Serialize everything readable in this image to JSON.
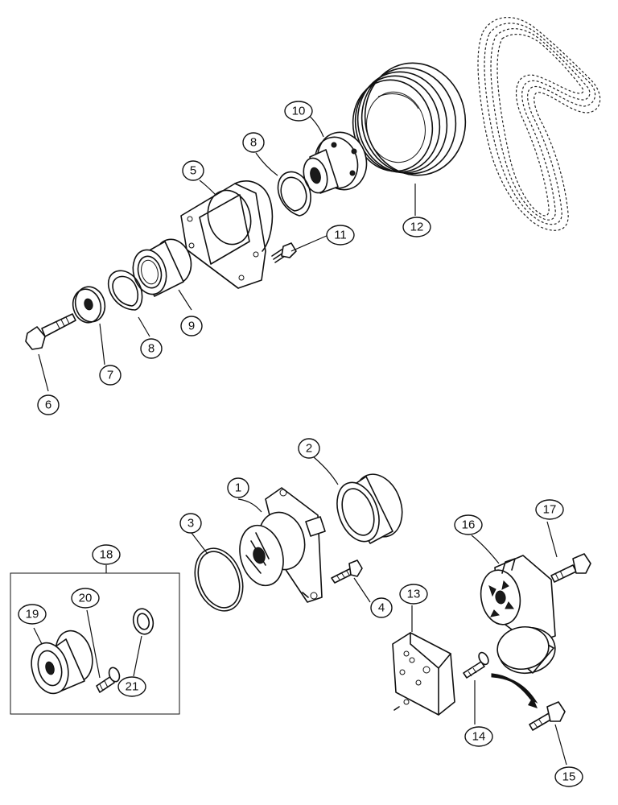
{
  "callouts": [
    {
      "id": "1",
      "label": "1"
    },
    {
      "id": "2",
      "label": "2"
    },
    {
      "id": "3",
      "label": "3"
    },
    {
      "id": "4",
      "label": "4"
    },
    {
      "id": "5",
      "label": "5"
    },
    {
      "id": "6",
      "label": "6"
    },
    {
      "id": "7",
      "label": "7"
    },
    {
      "id": "8a",
      "label": "8"
    },
    {
      "id": "8b",
      "label": "8"
    },
    {
      "id": "9",
      "label": "9"
    },
    {
      "id": "10",
      "label": "10"
    },
    {
      "id": "11",
      "label": "11"
    },
    {
      "id": "12",
      "label": "12"
    },
    {
      "id": "13",
      "label": "13"
    },
    {
      "id": "14",
      "label": "14"
    },
    {
      "id": "15",
      "label": "15"
    },
    {
      "id": "16",
      "label": "16"
    },
    {
      "id": "17",
      "label": "17"
    },
    {
      "id": "18",
      "label": "18"
    },
    {
      "id": "19",
      "label": "19"
    },
    {
      "id": "20",
      "label": "20"
    },
    {
      "id": "21",
      "label": "21"
    }
  ]
}
